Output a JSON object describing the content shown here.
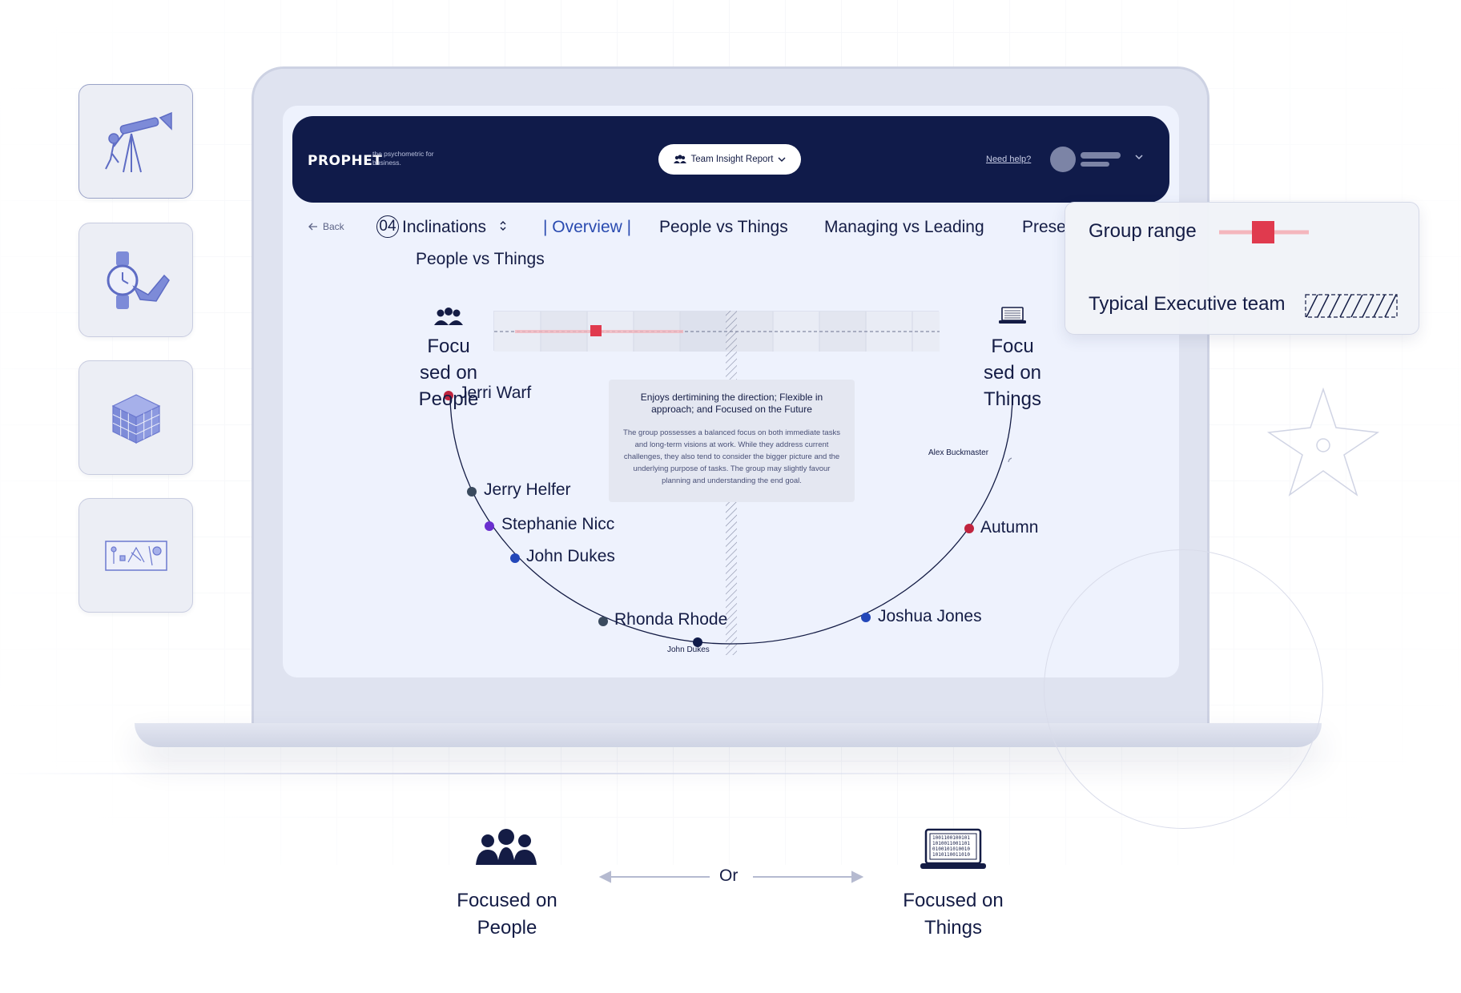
{
  "app": {
    "logo": "PROPHET",
    "tagline": "the psychometric for business.",
    "report_selector": "Team Insight Report",
    "need_help": "Need help?"
  },
  "nav": {
    "back": "Back",
    "step_number": "04",
    "step_title": "Inclinations",
    "tabs": [
      {
        "label": "| Overview |",
        "active": true
      },
      {
        "label": "People vs Things",
        "active": false
      },
      {
        "label": "Managing vs Leading",
        "active": false
      },
      {
        "label": "Prese",
        "active": false
      }
    ],
    "subtitle": "People vs Things"
  },
  "chart_data": {
    "type": "scatter",
    "left_pole": "Focu sed on People",
    "right_pole": "Focu sed on Things",
    "people": [
      {
        "name": "Jerri Warf",
        "color": "#c0243e"
      },
      {
        "name": "Jerry Helfer",
        "color": "#3a4a5e"
      },
      {
        "name": "Stephanie Nicc",
        "color": "#6a2fcf"
      },
      {
        "name": "John Dukes",
        "color": "#2347b9"
      },
      {
        "name": "Rhonda Rhode",
        "color": "#3a4a5e"
      },
      {
        "name": "John Dukes",
        "color": "#101b4a"
      },
      {
        "name": "Joshua Jones",
        "color": "#2347b9"
      },
      {
        "name": "Autumn",
        "color": "#c0243e"
      },
      {
        "name": "Alex Buckmaster",
        "color": "#8a90a8"
      }
    ],
    "group_range_marker": "#e03a4e",
    "info": {
      "title": "Enjoys dertimining the direction; Flexible in approach; and Focused on the Future",
      "body": "The group possesses a balanced focus on both immediate tasks and long-term visions at work. While they address current challenges, they also tend to consider the bigger picture and the underlying purpose of tasks. The group may slightly favour planning and understanding the end goal."
    }
  },
  "legend": {
    "group_range": "Group range",
    "typical_team": "Typical Executive team"
  },
  "bottom": {
    "left_label": "Focused on People",
    "or": "Or",
    "right_label": "Focused on Things"
  },
  "colors": {
    "navy": "#101b4a",
    "accent_blue": "#2a4bb0",
    "accent_red": "#e03a4e"
  }
}
